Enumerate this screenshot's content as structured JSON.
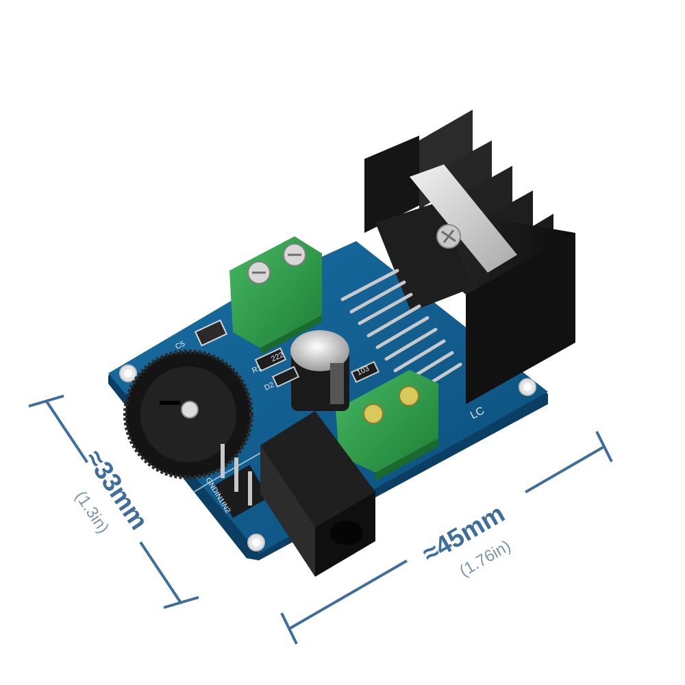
{
  "colors": {
    "background": "#ffffff",
    "dimension_line": "#3f6e9c",
    "dimension_sub_text": "#7d95ad",
    "pcb": "#0e5b8c",
    "terminal_block": "#2f9e4a",
    "heatsink": "#1c1c1c"
  },
  "dimensions": {
    "height": {
      "main": "≈33mm",
      "sub": "(1.3in)"
    },
    "width": {
      "main": "≈45mm",
      "sub": "(1.76in)"
    }
  },
  "board": {
    "silkscreen": {
      "c5": "C5",
      "r1": "R1",
      "d2": "D2",
      "lc": "LC",
      "header_pins": "GNDIN1IN2"
    },
    "resistor_codes": {
      "r_top": "222",
      "r_mid": "103"
    }
  },
  "icons": {
    "heatsink": "heatsink-icon",
    "screw": "screw-icon",
    "potentiometer": "potentiometer-icon"
  }
}
